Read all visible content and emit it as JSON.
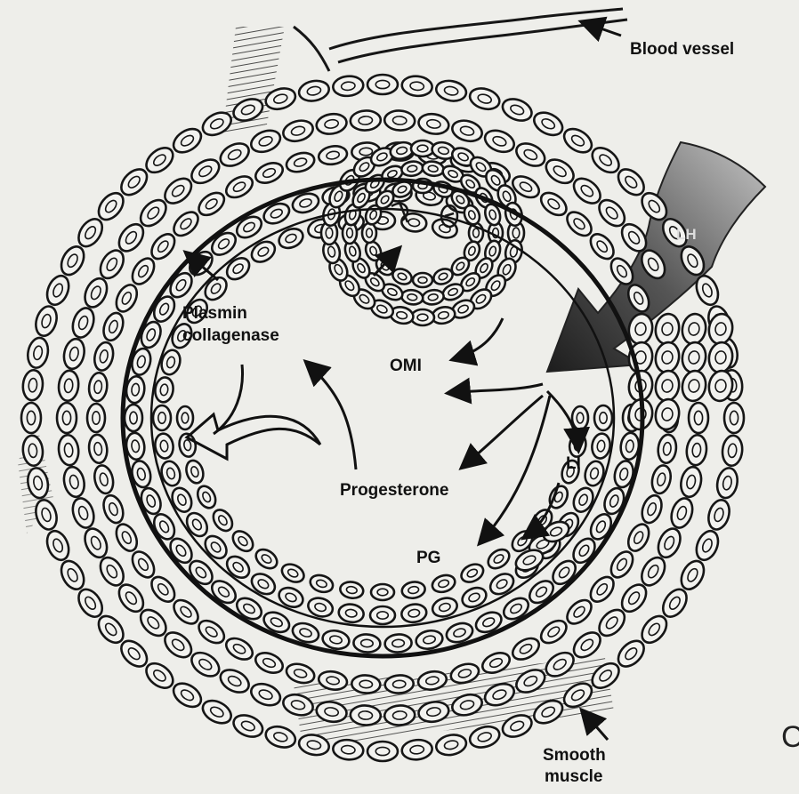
{
  "diagram": {
    "labels": {
      "blood_vessel": "Blood vessel",
      "lh": "LH",
      "plasmin": "Plasmin",
      "collagenase": "collagenase",
      "omi": "OMI",
      "li": "LI",
      "progesterone": "Progesterone",
      "pg": "PG",
      "smooth": "Smooth",
      "muscle": "muscle",
      "edge_mark": "C"
    },
    "colors": {
      "ink": "#161616",
      "cell_fill": "#f2f2ef",
      "background": "#eeeeea",
      "lh_arrow_dark": "#2a2a2a",
      "lh_arrow_light": "#bdbdbd"
    }
  }
}
